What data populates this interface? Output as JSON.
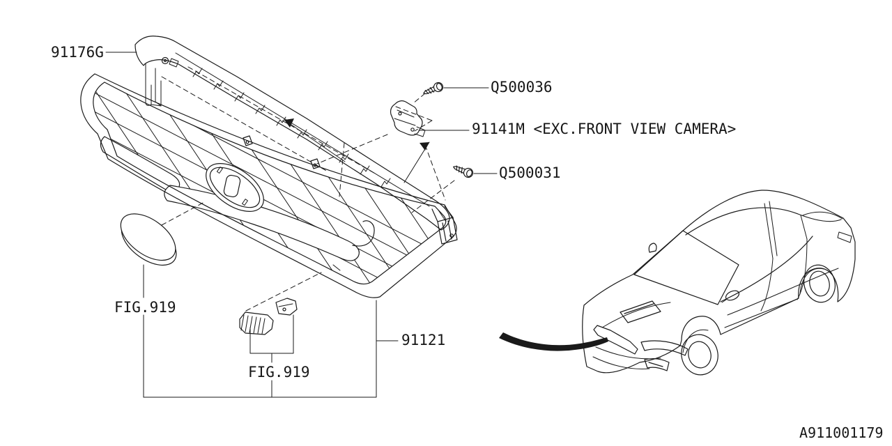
{
  "doc": {
    "type": "parts-catalog-diagram",
    "subject": "front grille",
    "colors": {
      "line": "#1a1a1a",
      "background": "#ffffff"
    },
    "callouts": {
      "trim_cover": {
        "text": "91176G"
      },
      "screw_upper": {
        "text": "Q500036"
      },
      "camera_bracket": {
        "text": "91141M <EXC.FRONT VIEW CAMERA>"
      },
      "screw_lower": {
        "text": "Q500031"
      },
      "fig_emblem": {
        "text": "FIG.919"
      },
      "fig_camera": {
        "text": "FIG.919"
      },
      "grille_assy": {
        "text": "91121"
      }
    },
    "footer": {
      "diagram_id": "A911001179"
    }
  }
}
